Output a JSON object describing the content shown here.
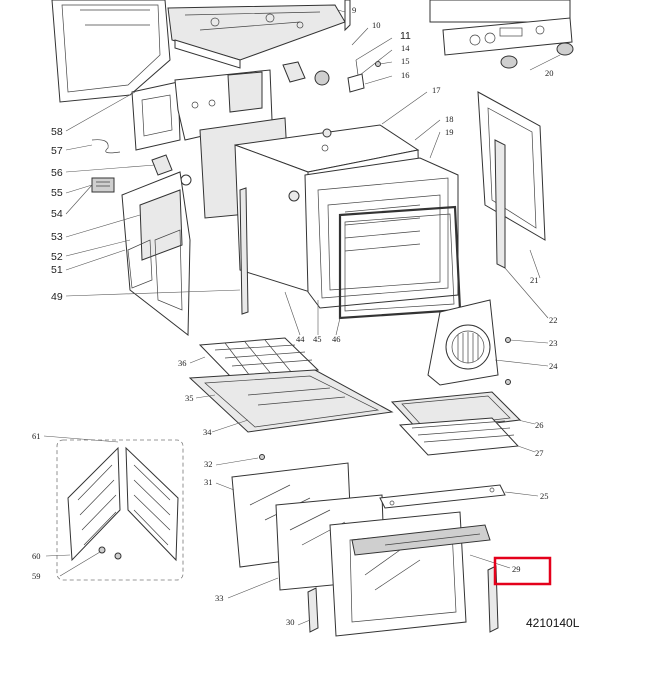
{
  "part_labels": [
    "9",
    "10",
    "11",
    "14",
    "15",
    "16",
    "17",
    "18",
    "19",
    "20",
    "21",
    "22",
    "23",
    "24",
    "25",
    "26",
    "27",
    "29",
    "30",
    "31",
    "32",
    "33",
    "34",
    "35",
    "36",
    "44",
    "45",
    "46",
    "49",
    "51",
    "52",
    "53",
    "54",
    "55",
    "56",
    "57",
    "58",
    "59",
    "60",
    "61"
  ],
  "diagram_code": "4210140L",
  "highlighted_label": "29",
  "colors": {
    "highlight": "#e4001b",
    "line": "#333333"
  }
}
